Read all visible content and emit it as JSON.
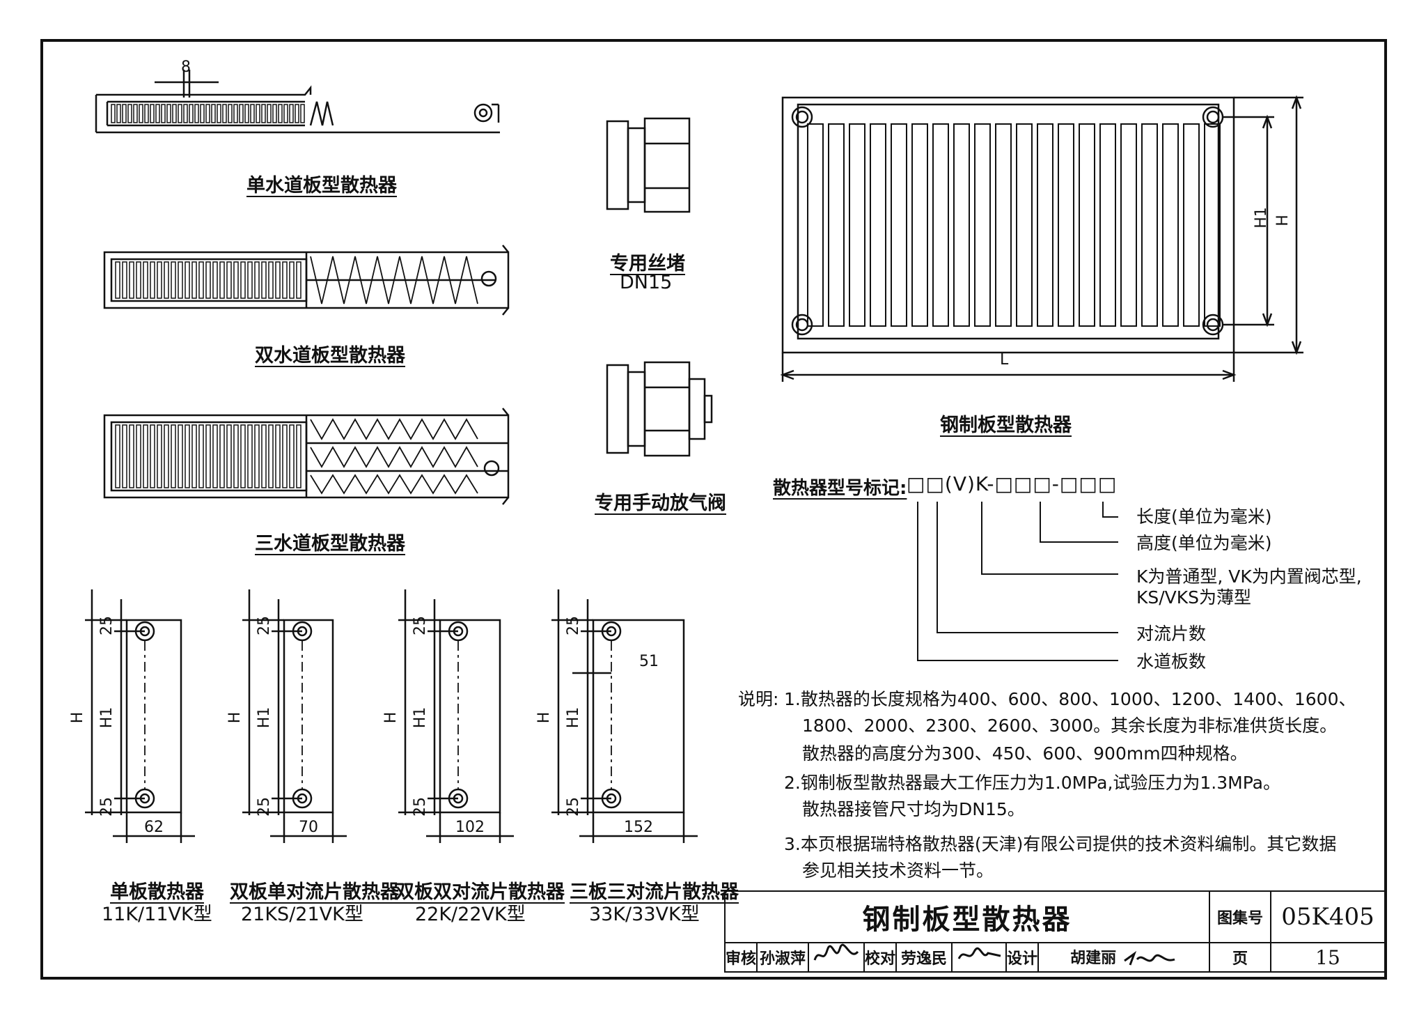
{
  "top_views": {
    "single": {
      "caption": "单水道板型散热器",
      "dim": "8"
    },
    "double": {
      "caption": "双水道板型散热器"
    },
    "triple": {
      "caption": "三水道板型散热器"
    }
  },
  "fittings": {
    "plug": {
      "caption": "专用丝堵",
      "size": "DN15"
    },
    "vent": {
      "caption": "专用手动放气阀"
    }
  },
  "front_view": {
    "caption": "钢制板型散热器",
    "h1": "H1",
    "h": "H",
    "l": "L"
  },
  "side_views": [
    {
      "top": "25",
      "bottom": "25",
      "h": "H",
      "h1": "H1",
      "width": "62",
      "extra": "",
      "caption": "单板散热器",
      "model": "11K/11VK型"
    },
    {
      "top": "25",
      "bottom": "25",
      "h": "H",
      "h1": "H1",
      "width": "70",
      "extra": "",
      "caption": "双板单对流片散热器",
      "model": "21KS/21VK型"
    },
    {
      "top": "25",
      "bottom": "25",
      "h": "H",
      "h1": "H1",
      "width": "102",
      "extra": "",
      "caption": "双板双对流片散热器",
      "model": "22K/22VK型"
    },
    {
      "top": "25",
      "bottom": "25",
      "h": "H",
      "h1": "H1",
      "width": "152",
      "extra": "51",
      "caption": "三板三对流片散热器",
      "model": "33K/33VK型"
    }
  ],
  "model_code": {
    "label": "散热器型号标记:",
    "code": "□□(V)K-□□□-□□□",
    "items": [
      "长度(单位为毫米)",
      "高度(单位为毫米)",
      "K为普通型, VK为内置阀芯型,",
      "KS/VKS为薄型",
      "对流片数",
      "水道板数"
    ]
  },
  "notes": {
    "label": "说明:",
    "lines": [
      "1.散热器的长度规格为400、600、800、1000、1200、1400、1600、",
      "1800、2000、2300、2600、3000。其余长度为非标准供货长度。",
      "散热器的高度分为300、450、600、900mm四种规格。",
      "2.钢制板型散热器最大工作压力为1.0MPa,试验压力为1.3MPa。",
      "散热器接管尺寸均为DN15。",
      "3.本页根据瑞特格散热器(天津)有限公司提供的技术资料编制。其它数据",
      "参见相关技术资料一节。"
    ]
  },
  "title_block": {
    "title": "钢制板型散热器",
    "atlas_label": "图集号",
    "atlas_no": "05K405",
    "review_label": "审核",
    "reviewer": "孙淑萍",
    "check_label": "校对",
    "checker": "劳逸民",
    "design_label": "设计",
    "designer": "胡建丽",
    "page_label": "页",
    "page_no": "15"
  }
}
